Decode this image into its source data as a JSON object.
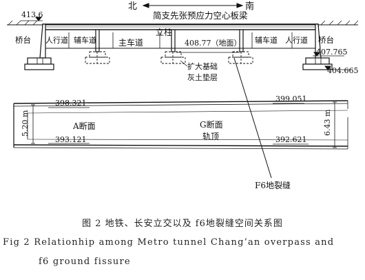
{
  "bridge": {
    "north": "北",
    "south": "南",
    "beam_title": "简支先张预应力空心板梁",
    "pier_label": "立柱",
    "abutment_left": "桥台",
    "abutment_right": "桥台",
    "sidewalk_left": "人行道",
    "aux_lane_left": "辅车道",
    "main_lane": "主车道",
    "ground_level": "408.77（地面）",
    "aux_lane_right": "辅车道",
    "sidewalk_right": "人行道",
    "foundation_label_1": "扩大基础",
    "foundation_label_2": "灰土垫层",
    "elev_top": "413.6",
    "elev_right_1": "407.765",
    "elev_right_2": "404.665"
  },
  "tunnel": {
    "elev_left_top": "398.321",
    "elev_left_bottom": "393.121",
    "height_left": "5.20 m",
    "section_a": "A断面",
    "section_g": "G断面",
    "rail_top": "轨顶",
    "elev_right_top": "399.051",
    "elev_right_bottom": "392.621",
    "height_right": "6.43 m",
    "fissure_label": "F6地裂缝"
  },
  "caption": {
    "cn": "图 2   地铁、长安立交以及 f6地裂缝空间关系图",
    "en_line1": "Fig  2   Relationhip among Metro tunnel  Chang’an overpass and",
    "en_line2": "f6 ground fissure"
  }
}
